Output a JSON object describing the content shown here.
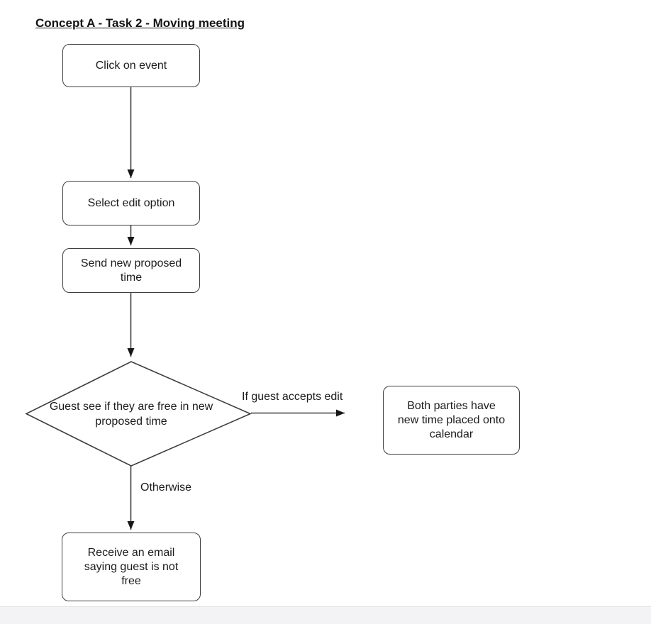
{
  "title": "Concept A - Task 2 - Moving meeting",
  "nodes": {
    "click_event": {
      "label": "Click on event"
    },
    "select_edit": {
      "label": "Select edit option"
    },
    "send_time": {
      "label": "Send new proposed\ntime"
    },
    "decision": {
      "label": "Guest see if they are free in new\nproposed time"
    },
    "calendar": {
      "label": "Both parties have\nnew time placed onto\ncalendar"
    },
    "email": {
      "label": "Receive an email\nsaying guest is not\nfree"
    }
  },
  "edge_labels": {
    "accept": "If guest accepts edit",
    "otherwise": "Otherwise"
  },
  "colors": {
    "stroke": "#3e3e3e",
    "text": "#1b1b1b",
    "band": "#f3f3f5",
    "band_border": "#e4e4e6"
  }
}
